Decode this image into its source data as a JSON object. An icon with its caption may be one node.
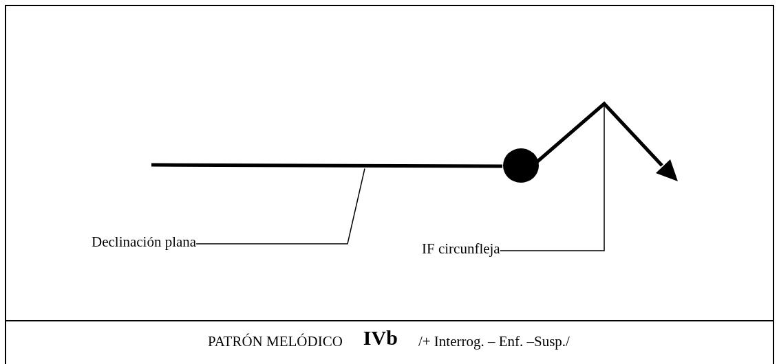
{
  "diagram": {
    "nodes": [
      {
        "text": [
          "Declinación plana"
        ]
      },
      {
        "text": [
          "IF circunfleja"
        ]
      },
      {
        "text": [],
        "shape": "line"
      },
      {
        "text": [],
        "shape": "circle"
      },
      {
        "text": [],
        "shape": "line"
      }
    ],
    "edges": [
      {
        "from": 0,
        "to": 2,
        "arrow": "none"
      },
      {
        "from": 1,
        "to": 4,
        "arrow": "none"
      }
    ],
    "labels": [
      "PATRÓN MELÓDICO",
      "IVb",
      "/+ Interrog. – Enf. –Susp./"
    ]
  }
}
